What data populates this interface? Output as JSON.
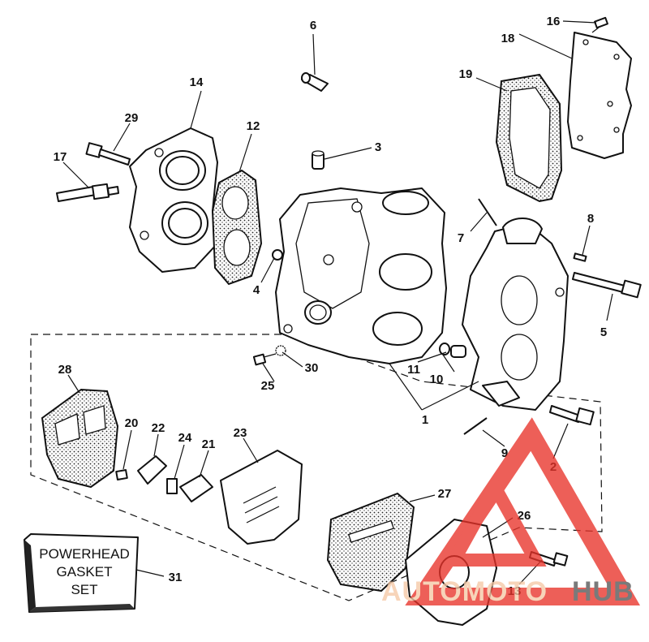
{
  "callouts": [
    {
      "id": "c1",
      "text": "1"
    },
    {
      "id": "c2",
      "text": "2"
    },
    {
      "id": "c3",
      "text": "3"
    },
    {
      "id": "c4",
      "text": "4"
    },
    {
      "id": "c5",
      "text": "5"
    },
    {
      "id": "c6",
      "text": "6"
    },
    {
      "id": "c7",
      "text": "7"
    },
    {
      "id": "c8",
      "text": "8"
    },
    {
      "id": "c9",
      "text": "9"
    },
    {
      "id": "c10",
      "text": "10"
    },
    {
      "id": "c11",
      "text": "11"
    },
    {
      "id": "c12",
      "text": "12"
    },
    {
      "id": "c13",
      "text": "13"
    },
    {
      "id": "c14",
      "text": "14"
    },
    {
      "id": "c16",
      "text": "16"
    },
    {
      "id": "c17",
      "text": "17"
    },
    {
      "id": "c18",
      "text": "18"
    },
    {
      "id": "c19",
      "text": "19"
    },
    {
      "id": "c20",
      "text": "20"
    },
    {
      "id": "c21",
      "text": "21"
    },
    {
      "id": "c22",
      "text": "22"
    },
    {
      "id": "c23",
      "text": "23"
    },
    {
      "id": "c24",
      "text": "24"
    },
    {
      "id": "c25",
      "text": "25"
    },
    {
      "id": "c26",
      "text": "26"
    },
    {
      "id": "c27",
      "text": "27"
    },
    {
      "id": "c28",
      "text": "28"
    },
    {
      "id": "c29",
      "text": "29"
    },
    {
      "id": "c30",
      "text": "30"
    },
    {
      "id": "c31",
      "text": "31"
    }
  ],
  "gasket_box": {
    "line1": "POWERHEAD",
    "line2": "GASKET",
    "line3": "SET"
  },
  "watermark": {
    "part1": "AUTOMOTO",
    "part2": "HUB",
    "color_accent": "#e8332a",
    "color_text": "#f5c9a6",
    "color_dark": "#555555"
  }
}
